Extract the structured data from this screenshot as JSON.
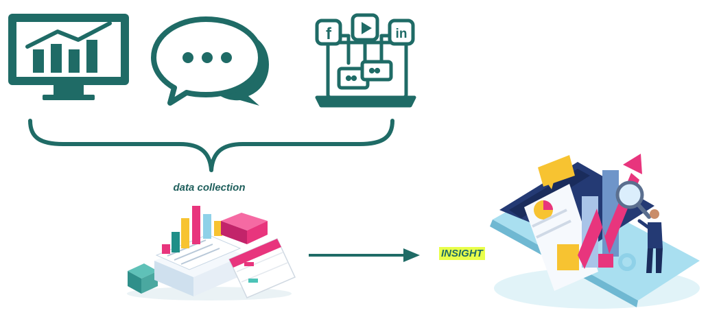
{
  "labels": {
    "collection": "data collection",
    "insight": "INSIGHT"
  },
  "icons": {
    "sources": [
      "monitor-chart-icon",
      "chat-bubbles-icon",
      "social-media-laptop-icon"
    ],
    "social_glyphs": [
      "f",
      "in"
    ],
    "intermediate": "data-documents-calendar-icon",
    "result": "analytics-dashboard-icon"
  },
  "colors": {
    "primary_teal": "#1f6b66",
    "dark_teal": "#1d4f4c",
    "highlight": "#e8ff4a",
    "magenta": "#e8357d",
    "yellow": "#f7c331",
    "light_blue": "#8fd1e8"
  }
}
